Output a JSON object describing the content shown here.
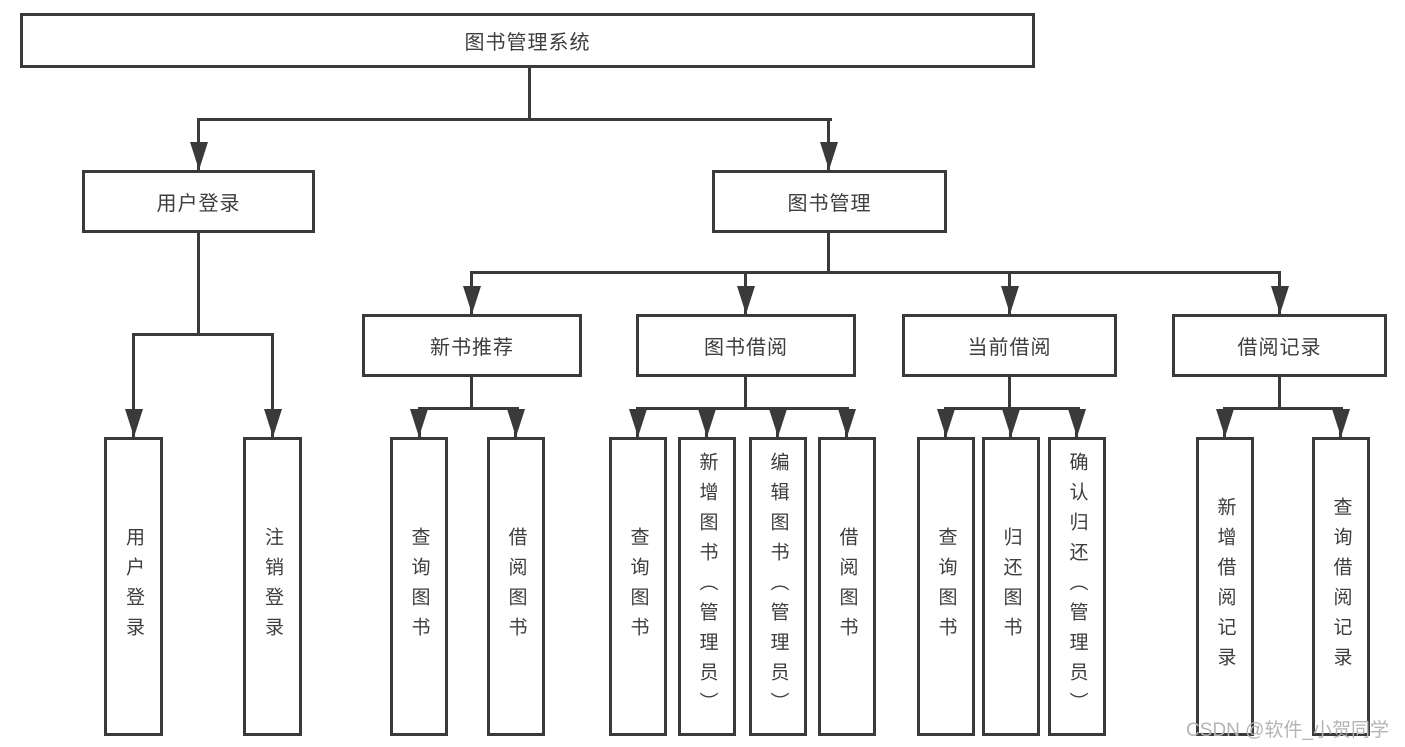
{
  "tree": {
    "root": "图书管理系统",
    "branches": [
      {
        "label": "用户登录",
        "children": [
          "用户登录",
          "注销登录"
        ]
      },
      {
        "label": "图书管理",
        "children": [
          {
            "label": "新书推荐",
            "children": [
              "查询图书",
              "借阅图书"
            ]
          },
          {
            "label": "图书借阅",
            "children": [
              "查询图书",
              "新增图书（管理员）",
              "编辑图书（管理员）",
              "借阅图书"
            ]
          },
          {
            "label": "当前借阅",
            "children": [
              "查询图书",
              "归还图书",
              "确认归还（管理员）"
            ]
          },
          {
            "label": "借阅记录",
            "children": [
              "新增借阅记录",
              "查询借阅记录"
            ]
          }
        ]
      }
    ]
  },
  "watermark": "CSDN @软件_小贺同学",
  "colors": {
    "line": "#3a3a3a",
    "text": "#3d3d3d",
    "bg": "#ffffff",
    "watermark": "#b4b4b4"
  }
}
